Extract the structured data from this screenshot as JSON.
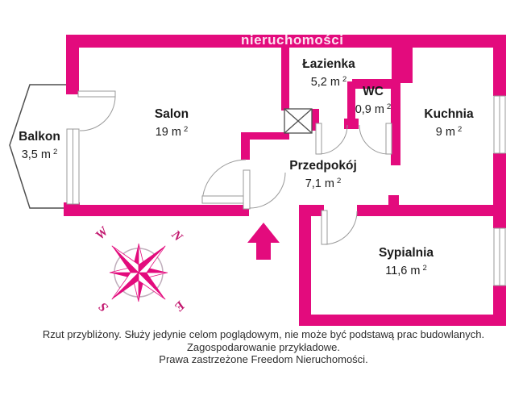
{
  "watermark": "nieruchomości",
  "colors": {
    "wall_pink": "#e30b7d",
    "door_gray": "#999999",
    "outline_dark": "#4f4f4f",
    "compass_circle": "#c0aebc"
  },
  "rooms": [
    {
      "id": "balkon",
      "name": "Balkon",
      "area": "3,5 m",
      "sup": "2"
    },
    {
      "id": "salon",
      "name": "Salon",
      "area": "19 m",
      "sup": "2"
    },
    {
      "id": "lazienka",
      "name": "Łazienka",
      "area": "5,2 m",
      "sup": "2"
    },
    {
      "id": "wc",
      "name": "WC",
      "area": "0,9 m",
      "sup": "2"
    },
    {
      "id": "kuchnia",
      "name": "Kuchnia",
      "area": "9 m",
      "sup": "2"
    },
    {
      "id": "przedpokoj",
      "name": "Przedpokój",
      "area": "7,1 m",
      "sup": "2"
    },
    {
      "id": "sypialnia",
      "name": "Sypialnia",
      "area": "11,6 m",
      "sup": "2"
    }
  ],
  "compass": {
    "letters": [
      "W",
      "N",
      "S",
      "E"
    ]
  },
  "disclaimer": [
    "Rzut przybliżony. Służy jedynie celom poglądowym, nie może być podstawą prac budowlanych.",
    "Zagospodarowanie przykładowe.",
    "Prawa zastrzeżone Freedom Nieruchomości."
  ]
}
